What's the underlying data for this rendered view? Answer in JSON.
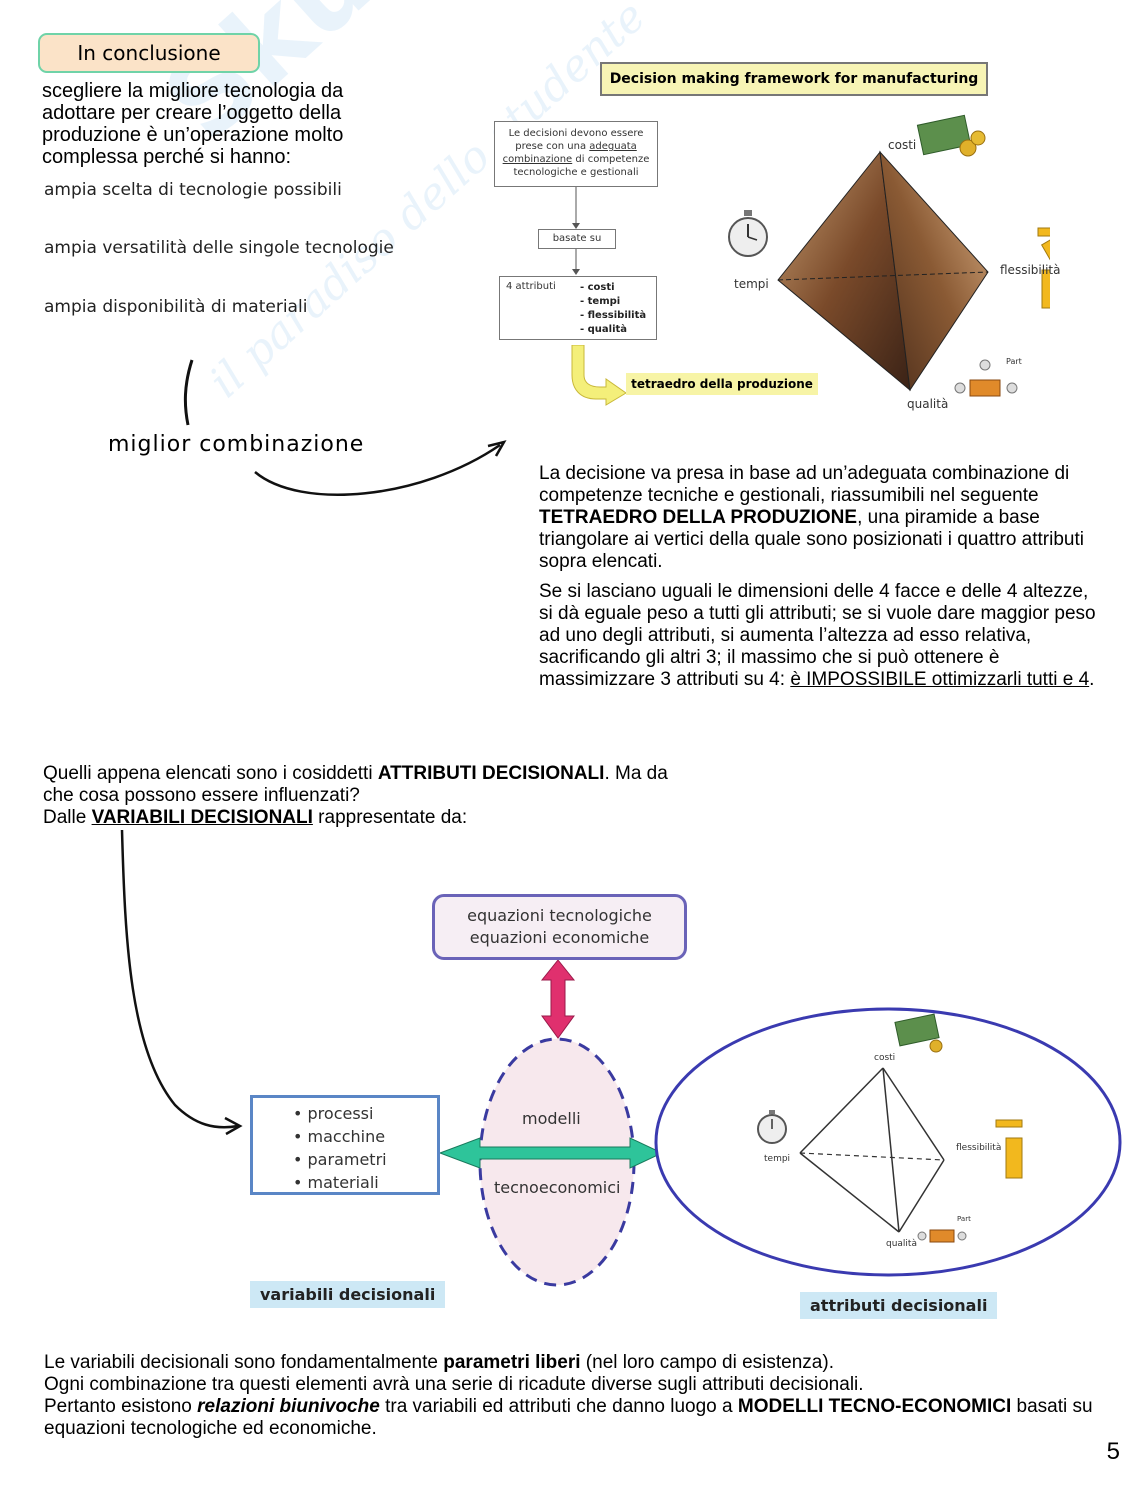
{
  "header": {
    "pill_label": "In conclusione"
  },
  "intro": {
    "text": "scegliere la migliore tecnologia da adottare per creare l’oggetto della produzione è un’operazione molto complessa perché si hanno:",
    "bullets": [
      "ampia scelta di tecnologie possibili",
      "ampia versatilità delle singole tecnologie",
      "ampia disponibilità di materiali"
    ],
    "handwritten": "miglior combinazione"
  },
  "framework": {
    "title": "Decision making framework for manufacturing",
    "box1": {
      "pre": "Le decisioni devono essere prese con una ",
      "link": "adeguata combinazione",
      "post": " di competenze tecnologiche e gestionali"
    },
    "based_on": "basate su",
    "attributes_label": "4 attributi",
    "attributes": [
      "- costi",
      "- tempi",
      "- flessibilità",
      "- qualità"
    ],
    "result": "tetraedro della produzione",
    "vertex_labels": {
      "cost": "costi",
      "time": "tempi",
      "flex": "flessibilità",
      "quality": "qualità",
      "part": "Part"
    }
  },
  "explanation": {
    "p1_a": "La decisione va presa in base ad un’adeguata combinazione di competenze tecniche e gestionali, riassumibili nel seguente ",
    "p1_b": "TETRAEDRO DELLA PRODUZIONE",
    "p1_c": ", una piramide a base triangolare ai vertici della quale sono posizionati i quattro attributi sopra elencati.",
    "p2_a": "Se si lasciano uguali le dimensioni delle 4 facce e delle 4 altezze, si dà eguale peso a tutti gli attributi; se si vuole dare maggior peso ad uno degli attributi, si aumenta l’altezza ad esso relativa, sacrificando gli altri 3; il massimo che si può ottenere è massimizzare 3 attributi su 4: ",
    "p2_b": "è IMPOSSIBILE ottimizzarli tutti e 4",
    "p2_c": "."
  },
  "decisional": {
    "line1_a": "Quelli appena elencati sono i cosiddetti ",
    "line1_b": "ATTRIBUTI DECISIONALI",
    "line1_c": ". Ma da che cosa possono essere influenzati?",
    "line2_a": "Dalle ",
    "line2_b": "VARIABILI DECISIONALI",
    "line2_c": " rappresentate da:"
  },
  "diagram": {
    "equations": [
      "equazioni tecnologiche",
      "equazioni economiche"
    ],
    "variables": [
      "• processi",
      "• macchine",
      "• parametri",
      "• materiali"
    ],
    "models_top": "modelli",
    "models_bottom": "tecnoeconomici",
    "vertex_labels": {
      "cost": "costi",
      "time": "tempi",
      "flex": "flessibilità",
      "quality": "qualità",
      "part": "Part"
    },
    "tag_variables": "variabili decisionali",
    "tag_attributes": "attributi decisionali"
  },
  "closing": {
    "l1_a": "Le variabili decisionali sono fondamentalmente ",
    "l1_b": "parametri liberi",
    "l1_c": " (nel loro campo di esistenza).",
    "l2": "Ogni combinazione tra questi elementi avrà una serie di ricadute diverse sugli attributi decisionali.",
    "l3_a": "Pertanto esistono ",
    "l3_b": "relazioni biunivoche",
    "l3_c": " tra variabili ed attributi che danno luogo a ",
    "l3_d": "MODELLI TECNO-ECONOMICI",
    "l3_e": " basati su equazioni tecnologiche ed economiche."
  },
  "page_number": "5",
  "colors": {
    "pill_fill": "#fbe3c8",
    "pill_border": "#6fd3a8",
    "eq_border": "#6a63b8",
    "var_border": "#5a86c6",
    "tag_fill": "#cde8f5",
    "arrow_magenta": "#e0306e",
    "arrow_green": "#2ec49a"
  }
}
